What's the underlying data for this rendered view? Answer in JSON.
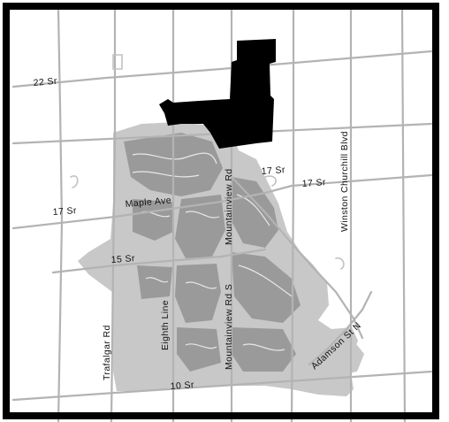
{
  "map": {
    "colors": {
      "background": "#ffffff",
      "border": "#000000",
      "roads": "#b3b3b3",
      "built_area": "#c8c8c8",
      "highlight_area": "#000000"
    },
    "labels": {
      "sr22": "22 Sr",
      "sr17_west": "17 Sr",
      "maple_ave": "Maple Ave",
      "sr17_east_upper": "17 Sr",
      "sr17_east_lower": "17 Sr",
      "winston_churchill": "Winston Churchill Blvd",
      "mountainview_rd": "Mountainview Rd",
      "mountainview_rd_s": "Mountainview Rd S",
      "sr15": "15 Sr",
      "eighth_line": "Eighth Line",
      "trafalgar_rd": "Trafalgar Rd",
      "adamson_st_n": "Adamson St N",
      "sr10": "10 Sr"
    }
  }
}
